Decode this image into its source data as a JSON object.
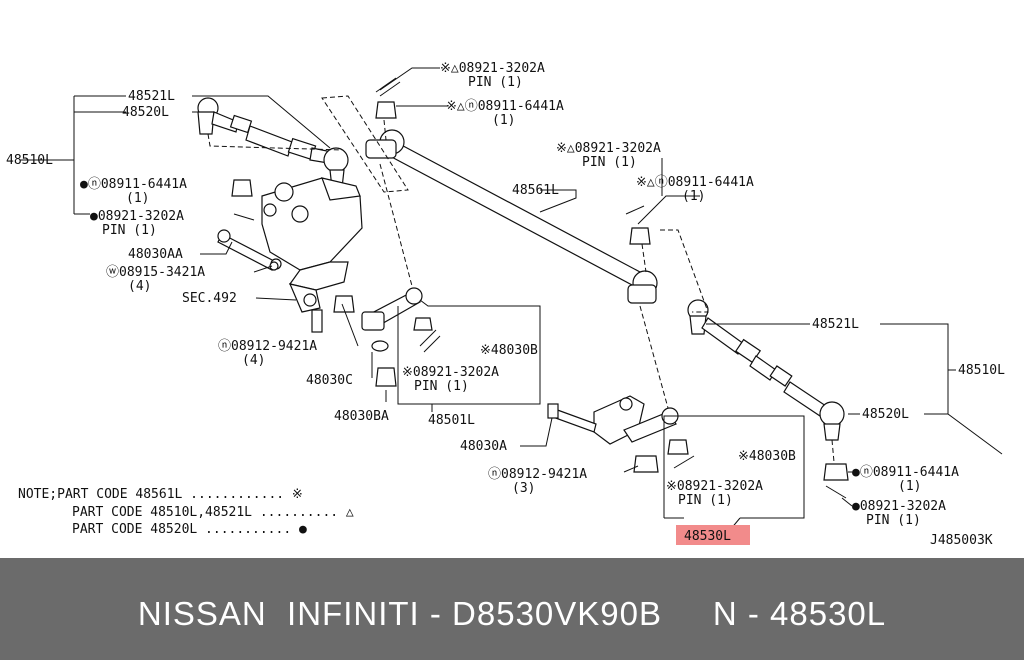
{
  "labels": {
    "pin_top": "※△08921-3202A",
    "pin_top_qty": "PIN (1)",
    "nut_top": "※△ⓝ08911-6441A",
    "nut_top_qty": "(1)",
    "p48521L_left": "48521L",
    "p48520L_left": "48520L",
    "p48510L_left": "48510L",
    "nut_left": "●ⓝ08911-6441A",
    "nut_left_qty": "(1)",
    "pin_left": "●08921-3202A",
    "pin_left_qty": "PIN (1)",
    "p48030AA": "48030AA",
    "washer": "ⓦ08915-3421A",
    "washer_qty": "(4)",
    "sec492": "SEC.492",
    "nut_9421_left": "ⓝ08912-9421A",
    "nut_9421_left_qty": "(4)",
    "p48030C": "48030C",
    "p48030BA": "48030BA",
    "p48030B_mid": "※48030B",
    "pin_mid": "※08921-3202A",
    "pin_mid_qty": "PIN (1)",
    "p48501L": "48501L",
    "p48561L": "48561L",
    "pin_center": "※△08921-3202A",
    "pin_center_qty": "PIN (1)",
    "nut_center": "※△ⓝ08911-6441A",
    "nut_center_qty": "(1)",
    "p48521L_right": "48521L",
    "p48510L_right": "48510L",
    "p48520L_right": "48520L",
    "p48030A": "48030A",
    "nut_9421_right": "ⓝ08912-9421A",
    "nut_9421_right_qty": "(3)",
    "p48030B_right": "※48030B",
    "pin_right_box": "※08921-3202A",
    "pin_right_box_qty": "PIN (1)",
    "p48530L": "48530L",
    "nut_right": "●ⓝ08911-6441A",
    "nut_right_qty": "(1)",
    "pin_right": "●08921-3202A",
    "pin_right_qty": "PIN (1)",
    "code": "J485003K"
  },
  "notes": {
    "line1": "NOTE;PART CODE 48561L ............  ※",
    "line2": "PART CODE 48510L,48521L ..........  △",
    "line3": "PART CODE 48520L ...........  ●"
  },
  "highlight_color": "#f28b8b",
  "footer": {
    "text": "NISSAN  INFINITI - D8530VK90B     N - 48530L"
  }
}
